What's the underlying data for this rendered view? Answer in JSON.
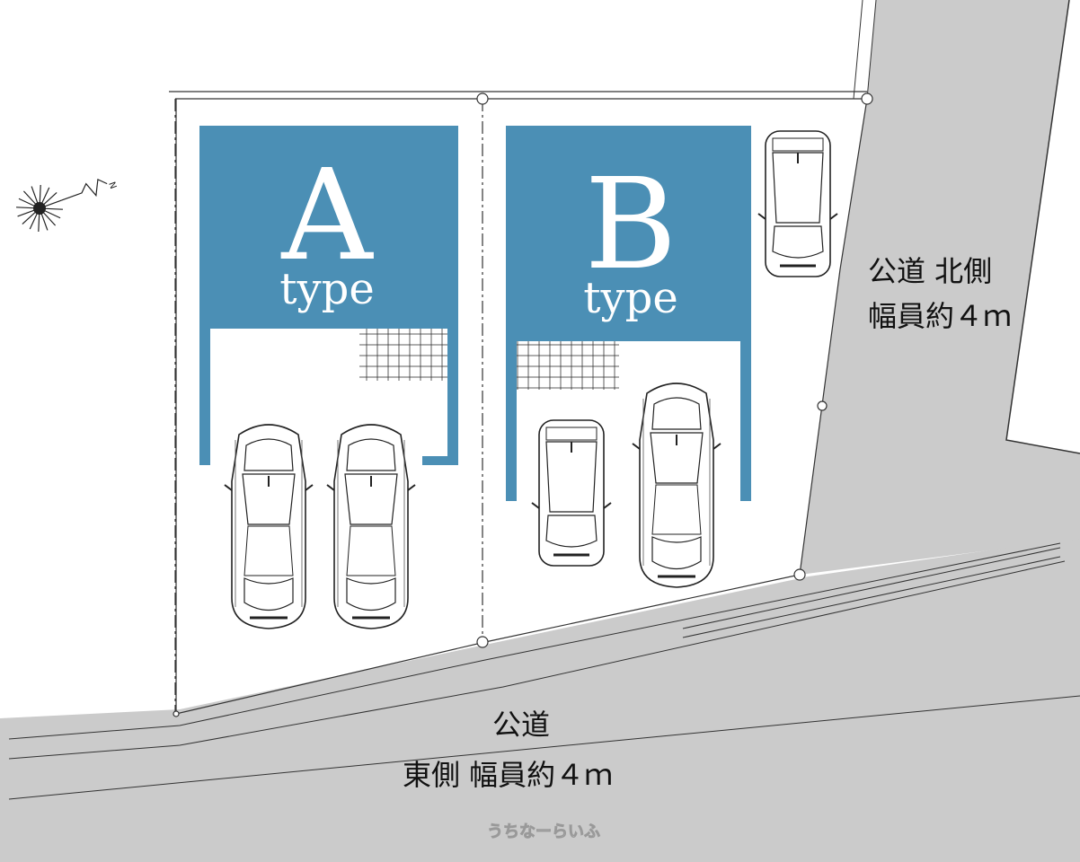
{
  "lots": [
    {
      "letter": "A",
      "word": "type"
    },
    {
      "letter": "B",
      "word": "type"
    }
  ],
  "roads": {
    "north": {
      "line1": "公道 北側",
      "line2": "幅員約４ｍ"
    },
    "east": {
      "line1": "公道",
      "line2": "東側 幅員約４ｍ"
    }
  },
  "compass": {
    "label": "N"
  },
  "watermark": "うちなーらいふ",
  "colors": {
    "lot_fill": "#4b8fb5",
    "road_fill": "#cbcbcb",
    "line": "#333333"
  },
  "icons": [
    "compass-icon",
    "car-icon"
  ]
}
